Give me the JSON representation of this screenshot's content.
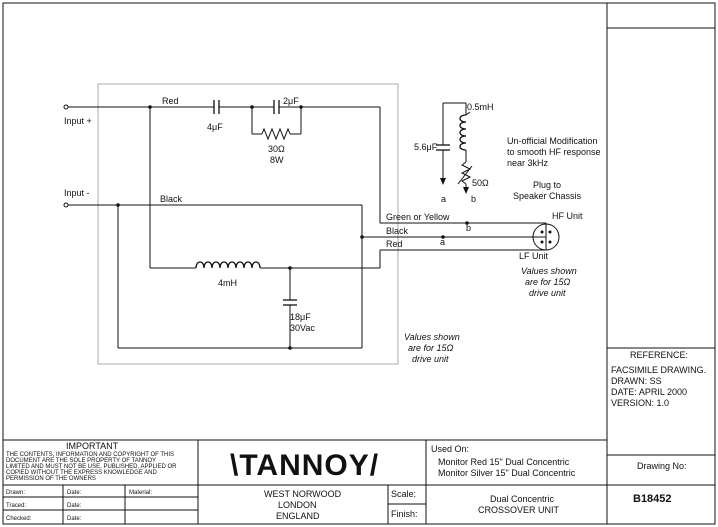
{
  "inputs": {
    "plus": "Input +",
    "minus": "Input -"
  },
  "wires": {
    "red_top": "Red",
    "black_top": "Black",
    "green_or_yellow": "Green or Yellow",
    "black_out": "Black",
    "red_out": "Red"
  },
  "components": {
    "c1": "4μF",
    "c2": "2μF",
    "r1": "30Ω",
    "r1_power": "8W",
    "l1": "4mH",
    "c3": "18μF",
    "c3_voltage": "30Vac"
  },
  "mod": {
    "inductor": "0.5mH",
    "capacitor": "5.6μF",
    "resistor": "50Ω",
    "note_line1": "Un-official Modification",
    "note_line2": "to smooth HF response",
    "note_line3": "near 3kHz",
    "plug_line1": "Plug to",
    "plug_line2": "Speaker Chassis",
    "term_a": "a",
    "term_b": "b"
  },
  "terminals": {
    "b": "b",
    "a": "a"
  },
  "units": {
    "hf": "HF Unit",
    "lf": "LF Unit"
  },
  "notes": {
    "values_right_1": "Values shown",
    "values_right_2": "are for 15Ω",
    "values_right_3": "drive unit",
    "values_mid_1": "Values shown",
    "values_mid_2": "are for 15Ω",
    "values_mid_3": "drive unit"
  },
  "reference": {
    "heading": "REFERENCE:",
    "line1": "FACSIMILE DRAWING.",
    "line2": "DRAWN: SS",
    "line3": "DATE: APRIL 2000",
    "line4": "VERSION: 1.0"
  },
  "title_block": {
    "important_heading": "IMPORTANT",
    "important_lines": [
      "THE CONTENTS, INFORMATION AND COPYRIGHT OF THIS",
      "DOCUMENT ARE THE SOLE PROPERTY OF TANNOY",
      "LIMITED AND MUST NOT BE USE, PUBLISHED, APPLIED OR",
      "COPIED WITHOUT THE EXPRESS KNOWLEDGE AND",
      "PERMISSION OF THE OWNERS"
    ],
    "logo": "\\TANNOY/",
    "address_line1": "WEST NORWOOD",
    "address_line2": "LONDON",
    "address_line3": "ENGLAND",
    "used_on": "Used On:",
    "used_on_line1": "Monitor Red 15\" Dual Concentric",
    "used_on_line2": "Monitor Silver 15\" Dual Concentric",
    "drawing_no_label": "Drawing No:",
    "drawing_no": "B18452",
    "drawn": "Drawn:",
    "traced": "Traced:",
    "checked": "Checked:",
    "date1": "Date:",
    "date2": "Date:",
    "date3": "Date:",
    "material": "Material:",
    "scale": "Scale:",
    "finish": "Finish:",
    "title_line1": "Dual Concentric",
    "title_line2": "CROSSOVER UNIT"
  }
}
